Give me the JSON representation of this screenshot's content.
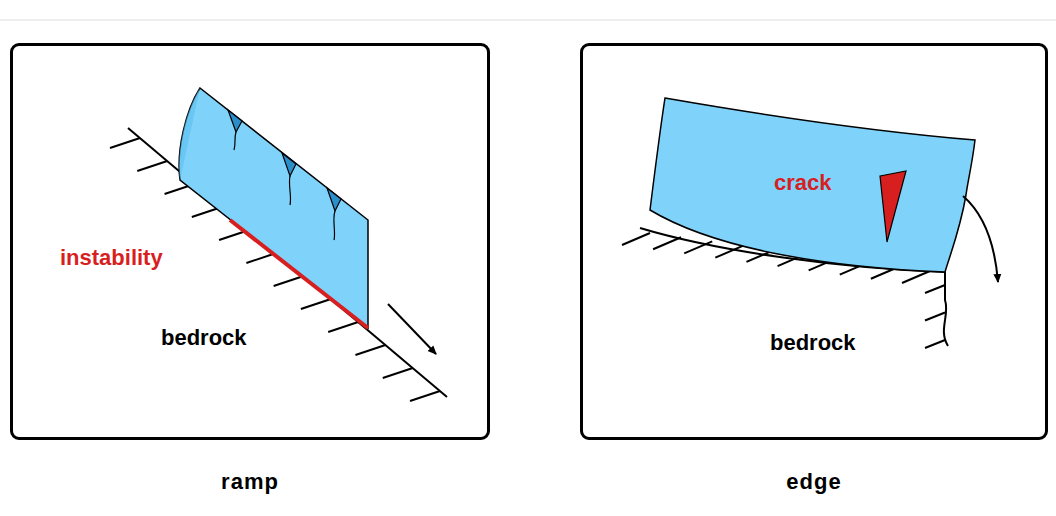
{
  "diagram": {
    "nodes": [
      {
        "text": [
          "instability",
          "bedrock",
          "ramp"
        ]
      },
      {
        "text": [
          "crack",
          "bedrock",
          "edge"
        ]
      }
    ]
  }
}
